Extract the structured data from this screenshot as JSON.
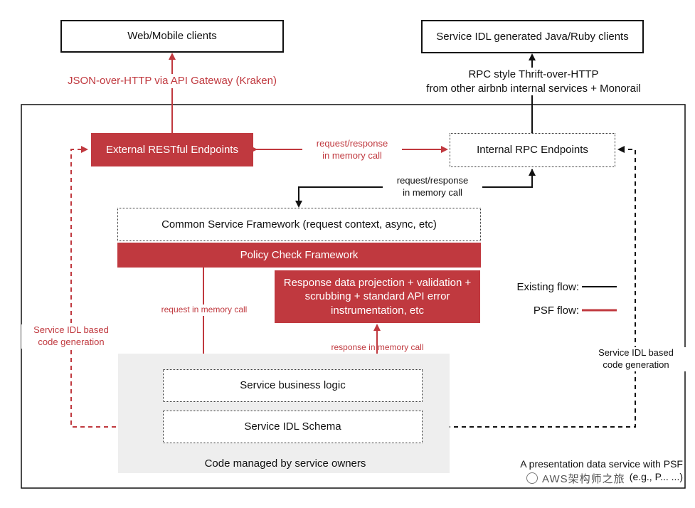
{
  "nodes": {
    "web_mobile_clients": "Web/Mobile clients",
    "idl_generated_clients": "Service IDL generated Java/Ruby clients",
    "external_restful_endpoints": "External RESTful Endpoints",
    "internal_rpc_endpoints": "Internal RPC Endpoints",
    "common_service_framework": "Common Service Framework (request context, async, etc)",
    "policy_check_framework": "Policy Check Framework",
    "response_projection": "Response data projection + validation + scrubbing + standard API error instrumentation, etc",
    "service_business_logic": "Service business logic",
    "service_idl_schema": "Service IDL Schema"
  },
  "labels": {
    "json_over_http": "JSON-over-HTTP via API Gateway (Kraken)",
    "rpc_style_line1": "RPC style Thrift-over-HTTP",
    "rpc_style_line2": "from other airbnb internal services + Monorail",
    "req_resp_top_line1": "request/response",
    "req_resp_top_line2": "in memory call",
    "req_resp_mid_line1": "request/response",
    "req_resp_mid_line2": "in memory call",
    "request_in_memory": "request in memory call",
    "response_in_memory": "response in memory call",
    "idl_codegen_left_line1": "Service IDL based",
    "idl_codegen_left_line2": "code generation",
    "idl_codegen_right_line1": "Service IDL based",
    "idl_codegen_right_line2": "code generation",
    "code_managed": "Code managed by service owners",
    "presentation_line1": "A presentation data service with PSF",
    "presentation_line2": "(e.g., P... ...)"
  },
  "legend": {
    "existing_flow": "Existing flow:",
    "psf_flow": "PSF flow:"
  },
  "watermark": "AWS架构师之旅",
  "colors": {
    "psf_red": "#c0393f",
    "existing_black": "#111111",
    "managed_gray": "#eeeeee"
  }
}
